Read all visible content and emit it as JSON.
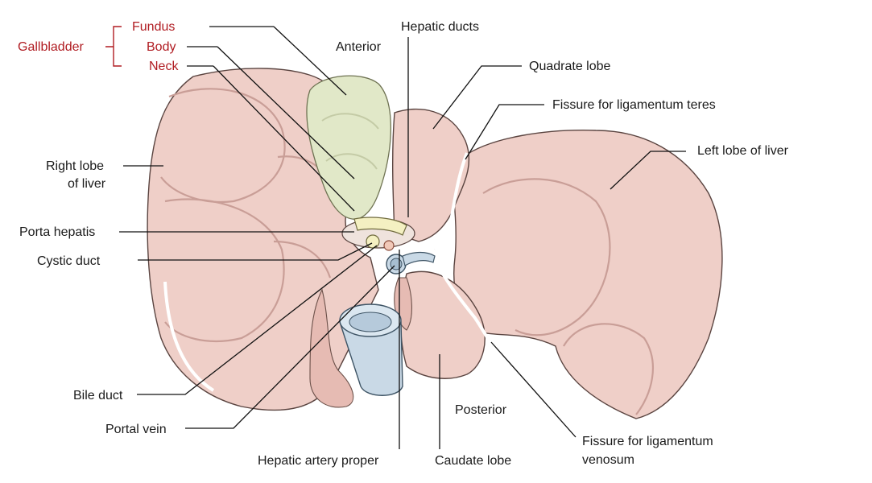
{
  "views": {
    "anterior": "Anterior",
    "posterior": "Posterior"
  },
  "gallbladder": {
    "group_label": "Gallbladder",
    "fundus": "Fundus",
    "body": "Body",
    "neck": "Neck"
  },
  "labels": {
    "hepatic_ducts": "Hepatic ducts",
    "quadrate_lobe": "Quadrate lobe",
    "fissure_teres": "Fissure for ligamentum teres",
    "left_lobe": "Left lobe of liver",
    "right_lobe_line1": "Right lobe",
    "right_lobe_line2": "of liver",
    "porta_hepatis": "Porta hepatis",
    "cystic_duct": "Cystic duct",
    "bile_duct": "Bile duct",
    "portal_vein": "Portal vein",
    "hepatic_artery": "Hepatic artery proper",
    "caudate_lobe": "Caudate lobe",
    "fissure_venosum_line1": "Fissure for ligamentum",
    "fissure_venosum_line2": "venosum"
  },
  "colors": {
    "liver": "#efcfc8",
    "gallbladder": "#e1e8c8",
    "ivc": "#c9d9e6",
    "label_accent": "#b01c22"
  }
}
